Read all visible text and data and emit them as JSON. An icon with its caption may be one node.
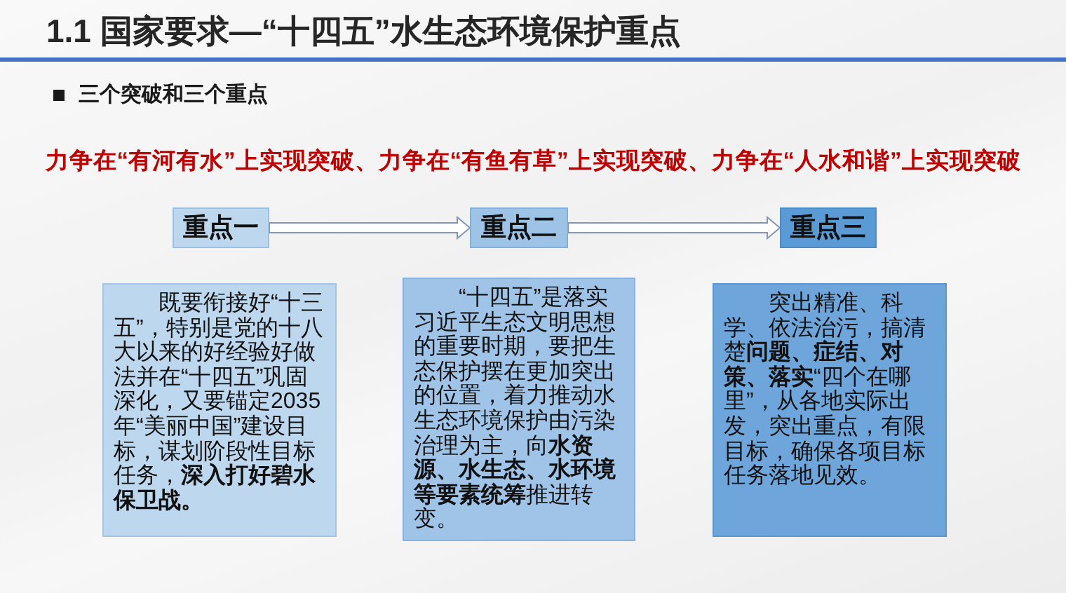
{
  "diagram": {
    "title": "1.1 国家要求—“十四五”水生态环境保护重点",
    "nodes": [
      {
        "text": [
          "重点一"
        ]
      },
      {
        "text": [
          "重点二"
        ]
      },
      {
        "text": [
          "重点三"
        ]
      },
      {
        "text": [
          "既要衔接好“十三五”，特别是党的十八大以来的好经验好做法并在“十四五”巩固深化，又要锚定2035年“美丽中国”建设目标，谋划阶段性目标任务，**深入打好碧水保卫战。**"
        ]
      },
      {
        "text": [
          "“十四五”是落实习近平生态文明思想的重要时期，要把生态保护摆在更加突出的位置，着力推动水生态环境保护由污染治理为主，向**水资源、水生态、水环境等要素统筹**推进转变。"
        ]
      },
      {
        "text": [
          "突出精准、科学、依法治污，搞清楚**问题、症结、对策、落实**“四个在哪里”，从各地实际出发，突出重点，有限目标，确保各项目标任务落地见效。"
        ]
      }
    ],
    "edges": [
      {
        "from": 0,
        "to": 1,
        "arrow": "to"
      },
      {
        "from": 1,
        "to": 2,
        "arrow": "to"
      }
    ],
    "labels": [
      "三个突破和三个重点",
      "力争在“有河有水”上实现突破、力争在“有鱼有草”上实现突破、力争在“人水和谐”上实现突破"
    ]
  }
}
